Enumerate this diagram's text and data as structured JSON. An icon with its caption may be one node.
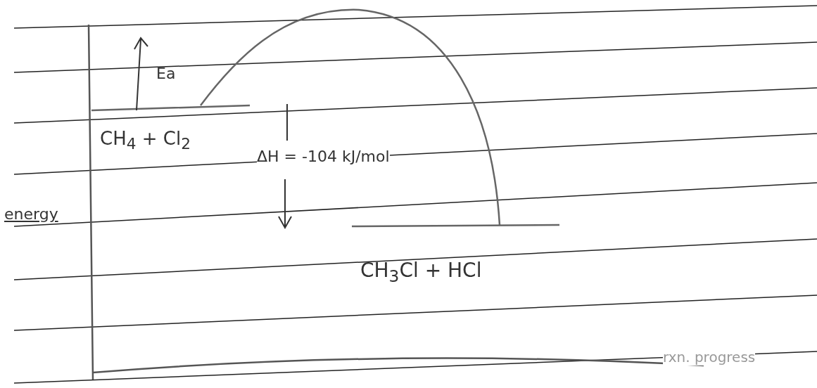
{
  "diagram": {
    "labels": [
      "Ea",
      "CH$_{4}$ + Cl$_{2}$",
      "ΔH = -104 kJ/mol",
      "energy",
      "CH$_{3}$Cl + HCl",
      "rxn. progress"
    ]
  }
}
